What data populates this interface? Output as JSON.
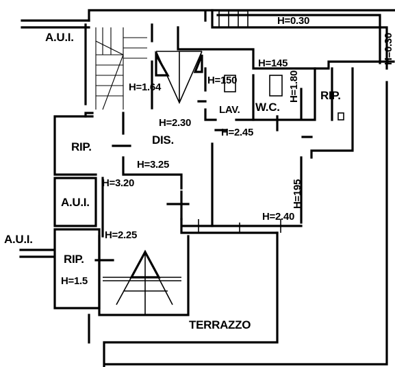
{
  "rooms": {
    "aui_top": "A.U.I.",
    "aui_mid": "A.U.I.",
    "aui_left": "A.U.I.",
    "rip_upper": "RIP.",
    "rip_lower": "RIP.",
    "rip_right": "RIP.",
    "dis": "DIS.",
    "lav": "LAV.",
    "wc": "W.C.",
    "terrazzo": "TERRAZZO"
  },
  "heights": {
    "h_030_top": "H=0.30",
    "h_030_side": "H=0.30",
    "h_145": "H=145",
    "h_150": "H=150",
    "h_164": "H=1.64",
    "h_180": "H=1.80",
    "h_230": "H=2.30",
    "h_245": "H=2.45",
    "h_325": "H=3.25",
    "h_320": "H=3.20",
    "h_195": "H=195",
    "h_240": "H=2.40",
    "h_225": "H=2.25",
    "h_15": "H=1.5"
  }
}
